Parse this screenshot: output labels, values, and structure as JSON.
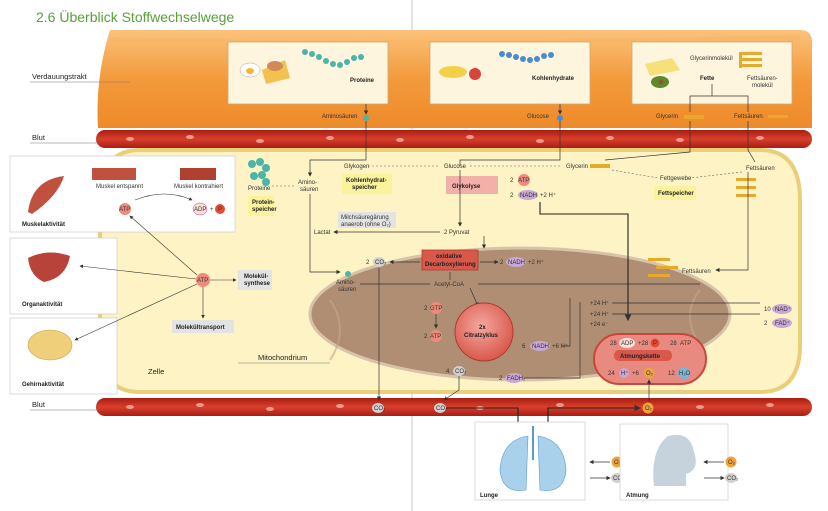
{
  "page_title": "2.6  Überblick Stoffwechselwege",
  "side_labels": {
    "verdauungstrakt": "Verdauungstrakt",
    "blut_top": "Blut",
    "blut_bottom": "Blut"
  },
  "food": {
    "proteine": "Proteine",
    "kohlenhydrate": "Kohlenhydrate",
    "fette": "Fette",
    "glycerinmolekuel": "Glycerinmolekül",
    "fettsaeuremolekuel_1": "Fettsäuren-",
    "fettsaeuremolekuel_2": "molekül"
  },
  "gut_products": {
    "aminosaeuren": "Aminosäuren",
    "glucose": "Glucose",
    "glycerin": "Glycerin",
    "fettsaeuren": "Fettsäuren"
  },
  "cell": {
    "proteine": "Proteine",
    "amino_1": "Amino-",
    "amino_2": "säuren",
    "proteinspeicher_1": "Protein-",
    "proteinspeicher_2": "speicher",
    "glykogen": "Glykogen",
    "kh_speicher_1": "Kohlenhydrat-",
    "kh_speicher_2": "speicher",
    "glucose": "Glucose",
    "glycerin": "Glycerin",
    "fettsaeuren": "Fettsäuren",
    "fettgewebe": "Fettgewebe",
    "fettspeicher": "Fettspeicher",
    "glykolyse": "Glykolyse",
    "atp2_num": "2",
    "atp": "ATP",
    "nadh2_num": "2",
    "nadh": "NADH",
    "plus_2h": "+2 H⁺",
    "milch_1": "Milchsäuregärung",
    "milch_2": "anaerob (ohne O₂)",
    "lactat": "Lactat",
    "pyruvat": "2 Pyruvat",
    "molekuel_1": "Molekül-",
    "molekuel_2": "synthese",
    "molekueltransport": "Molekültransport",
    "zelle": "Zelle",
    "fettsaeuren_right": "Fettsäuren",
    "nad_num": "10",
    "nad": "NAD⁺",
    "fad_num": "2",
    "fad": "FAD⁺"
  },
  "mito": {
    "label": "Mitochondrium",
    "co2_num": "2",
    "co2": "CO₂",
    "oxidative_1": "oxidative",
    "oxidative_2": "Decarboxylierung",
    "nadh_num": "2",
    "nadh": "NADH",
    "plus_2h": "+2 H⁺",
    "amino_1": "Amino-",
    "amino_2": "säuren",
    "acetyl": "Acetyl-CoA",
    "gtp_num": "2",
    "gtp": "GTP",
    "atp_num": "2",
    "atp": "ATP",
    "cycle_1": "2x",
    "cycle_2": "Citratzyklus",
    "nadh6_num": "6",
    "nadh6": "NADH",
    "plus_6h": "+6 H⁺",
    "co2_4_num": "4",
    "co2_4": "CO₂",
    "fadh_num": "2",
    "fadh": "FADH₂",
    "h24a": "+24 H⁺",
    "e24": "+24 e⁻",
    "h24b": "+24 H⁺",
    "adp_num": "28",
    "adp": "ADP",
    "plus28": "+28",
    "p": "P",
    "atp28_num": "28",
    "atp28": "ATP",
    "atmungskette": "Atmungskette",
    "h24c_num": "24",
    "h24c": "H⁺",
    "plus6": "+6",
    "o2": "O₂",
    "h2o_num": "12",
    "h2o": "H₂O"
  },
  "muscle": {
    "title": "Muskelaktivität",
    "entspannt": "Muskel entspannt",
    "kontrahiert": "Muskel kontrahiert",
    "atp": "ATP",
    "adp": "ADP",
    "plus": "+",
    "p": "P"
  },
  "organ": {
    "title": "Organaktivität",
    "center_atp": "ATP"
  },
  "brain": {
    "title": "Gehirnaktivität"
  },
  "blood_bottom": {
    "co2_a": "CO₂",
    "co2_b": "CO₂",
    "o2": "O₂"
  },
  "lunge": {
    "title": "Lunge",
    "o2": "O₂",
    "co2": "CO₂"
  },
  "atmung": {
    "title": "Atmung",
    "o2": "O₂",
    "co2": "CO₂"
  },
  "colors": {
    "gut": "#f39a3c",
    "blood": "#c62a1c",
    "cell": "#fdf3c4",
    "mito": "#b08e74",
    "title": "#5aa037",
    "atp": "#f08a7c",
    "nadh": "#c9a7d6"
  }
}
